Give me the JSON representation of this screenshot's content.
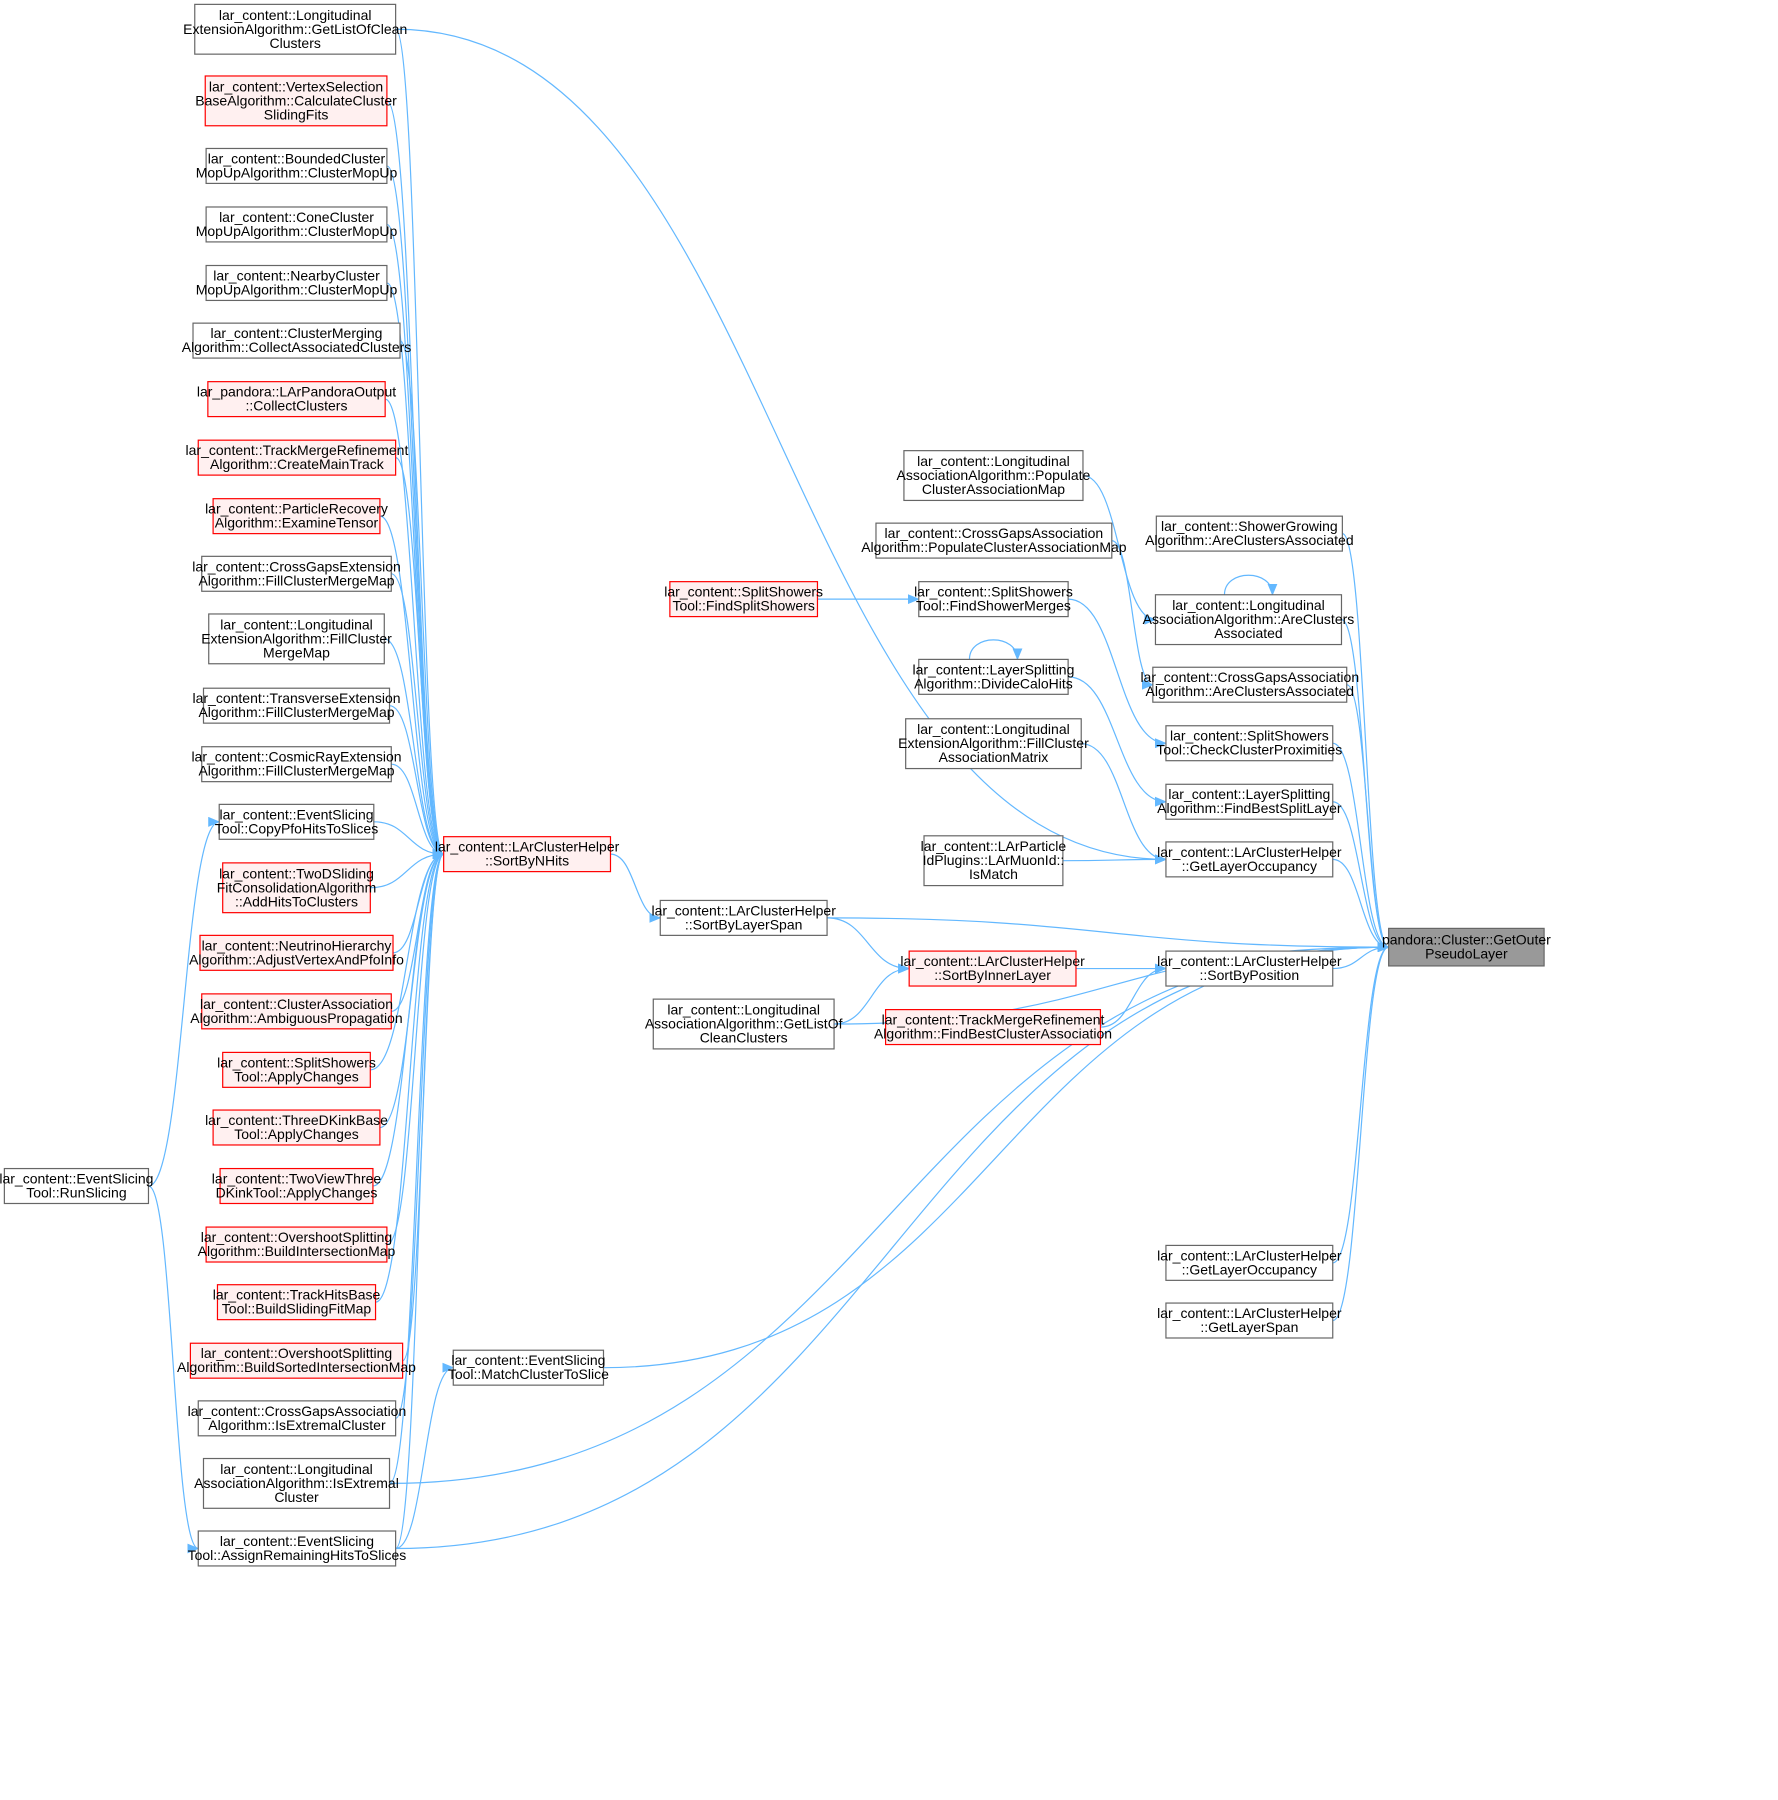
{
  "colors": {
    "edge": "#63b8ff",
    "normal_fill": "#ffffff",
    "normal_stroke": "#666666",
    "highlight_fill": "#fff0f0",
    "highlight_stroke": "#ff0000",
    "target_fill": "#999999",
    "target_stroke": "#666666"
  },
  "nodes": [
    {
      "id": "n_getouter",
      "style": "target",
      "lines": [
        "pandora::Cluster::GetOuter",
        "PseudoLayer"
      ]
    },
    {
      "id": "n_le_getlistclean",
      "style": "normal",
      "lines": [
        "lar_content::Longitudinal",
        "ExtensionAlgorithm::GetListOfClean",
        "Clusters"
      ]
    },
    {
      "id": "n_vs_calc",
      "style": "red",
      "lines": [
        "lar_content::VertexSelection",
        "BaseAlgorithm::CalculateCluster",
        "SlidingFits"
      ]
    },
    {
      "id": "n_bounded",
      "style": "normal",
      "lines": [
        "lar_content::BoundedCluster",
        "MopUpAlgorithm::ClusterMopUp"
      ]
    },
    {
      "id": "n_cone",
      "style": "normal",
      "lines": [
        "lar_content::ConeCluster",
        "MopUpAlgorithm::ClusterMopUp"
      ]
    },
    {
      "id": "n_nearby",
      "style": "normal",
      "lines": [
        "lar_content::NearbyCluster",
        "MopUpAlgorithm::ClusterMopUp"
      ]
    },
    {
      "id": "n_merging",
      "style": "normal",
      "lines": [
        "lar_content::ClusterMerging",
        "Algorithm::CollectAssociatedClusters"
      ]
    },
    {
      "id": "n_pandoraout",
      "style": "red",
      "lines": [
        "lar_pandora::LArPandoraOutput",
        "::CollectClusters"
      ]
    },
    {
      "id": "n_tmr_create",
      "style": "red",
      "lines": [
        "lar_content::TrackMergeRefinement",
        "Algorithm::CreateMainTrack"
      ]
    },
    {
      "id": "n_partrec",
      "style": "red",
      "lines": [
        "lar_content::ParticleRecovery",
        "Algorithm::ExamineTensor"
      ]
    },
    {
      "id": "n_cge_fill",
      "style": "normal",
      "lines": [
        "lar_content::CrossGapsExtension",
        "Algorithm::FillClusterMergeMap"
      ]
    },
    {
      "id": "n_le_fill",
      "style": "normal",
      "lines": [
        "lar_content::Longitudinal",
        "ExtensionAlgorithm::FillCluster",
        "MergeMap"
      ]
    },
    {
      "id": "n_te_fill",
      "style": "normal",
      "lines": [
        "lar_content::TransverseExtension",
        "Algorithm::FillClusterMergeMap"
      ]
    },
    {
      "id": "n_cre_fill",
      "style": "normal",
      "lines": [
        "lar_content::CosmicRayExtension",
        "Algorithm::FillClusterMergeMap"
      ]
    },
    {
      "id": "n_es_copy",
      "style": "normal",
      "lines": [
        "lar_content::EventSlicing",
        "Tool::CopyPfoHitsToSlices"
      ]
    },
    {
      "id": "n_tds_add",
      "style": "red",
      "lines": [
        "lar_content::TwoDSliding",
        "FitConsolidationAlgorithm",
        "::AddHitsToClusters"
      ]
    },
    {
      "id": "n_nh_adjust",
      "style": "red",
      "lines": [
        "lar_content::NeutrinoHierarchy",
        "Algorithm::AdjustVertexAndPfoInfo"
      ]
    },
    {
      "id": "n_ca_ambig",
      "style": "red",
      "lines": [
        "lar_content::ClusterAssociation",
        "Algorithm::AmbiguousPropagation"
      ]
    },
    {
      "id": "n_ss_apply",
      "style": "red",
      "lines": [
        "lar_content::SplitShowers",
        "Tool::ApplyChanges"
      ]
    },
    {
      "id": "n_3dk_apply",
      "style": "red",
      "lines": [
        "lar_content::ThreeDKinkBase",
        "Tool::ApplyChanges"
      ]
    },
    {
      "id": "n_2v3dk_apply",
      "style": "red",
      "lines": [
        "lar_content::TwoViewThree",
        "DKinkTool::ApplyChanges"
      ]
    },
    {
      "id": "n_os_build",
      "style": "red",
      "lines": [
        "lar_content::OvershootSplitting",
        "Algorithm::BuildIntersectionMap"
      ]
    },
    {
      "id": "n_th_build",
      "style": "red",
      "lines": [
        "lar_content::TrackHitsBase",
        "Tool::BuildSlidingFitMap"
      ]
    },
    {
      "id": "n_os_sorted",
      "style": "red",
      "lines": [
        "lar_content::OvershootSplitting",
        "Algorithm::BuildSortedIntersectionMap"
      ]
    },
    {
      "id": "n_cga_isext",
      "style": "normal",
      "lines": [
        "lar_content::CrossGapsAssociation",
        "Algorithm::IsExtremalCluster"
      ]
    },
    {
      "id": "n_la_isext",
      "style": "normal",
      "lines": [
        "lar_content::Longitudinal",
        "AssociationAlgorithm::IsExtremal",
        "Cluster"
      ]
    },
    {
      "id": "n_es_assign",
      "style": "normal",
      "lines": [
        "lar_content::EventSlicing",
        "Tool::AssignRemainingHitsToSlices"
      ]
    },
    {
      "id": "n_es_run",
      "style": "normal",
      "lines": [
        "lar_content::EventSlicing",
        "Tool::RunSlicing"
      ]
    },
    {
      "id": "n_sortbynhits",
      "style": "red",
      "lines": [
        "lar_content::LArClusterHelper",
        "::SortByNHits"
      ]
    },
    {
      "id": "n_sortbylayerspan",
      "style": "normal",
      "lines": [
        "lar_content::LArClusterHelper",
        "::SortByLayerSpan"
      ]
    },
    {
      "id": "n_la_getlistclean",
      "style": "normal",
      "lines": [
        "lar_content::Longitudinal",
        "AssociationAlgorithm::GetListOf",
        "CleanClusters"
      ]
    },
    {
      "id": "n_es_match",
      "style": "normal",
      "lines": [
        "lar_content::EventSlicing",
        "Tool::MatchClusterToSlice"
      ]
    },
    {
      "id": "n_ss_findsplit",
      "style": "red",
      "lines": [
        "lar_content::SplitShowers",
        "Tool::FindSplitShowers"
      ]
    },
    {
      "id": "n_la_populate",
      "style": "normal",
      "lines": [
        "lar_content::Longitudinal",
        "AssociationAlgorithm::Populate",
        "ClusterAssociationMap"
      ]
    },
    {
      "id": "n_cga_populate",
      "style": "normal",
      "lines": [
        "lar_content::CrossGapsAssociation",
        "Algorithm::PopulateClusterAssociationMap"
      ]
    },
    {
      "id": "n_ss_findmerges",
      "style": "normal",
      "lines": [
        "lar_content::SplitShowers",
        "Tool::FindShowerMerges"
      ]
    },
    {
      "id": "n_ls_divide",
      "style": "normal",
      "lines": [
        "lar_content::LayerSplitting",
        "Algorithm::DivideCaloHits"
      ]
    },
    {
      "id": "n_le_fillmatrix",
      "style": "normal",
      "lines": [
        "lar_content::Longitudinal",
        "ExtensionAlgorithm::FillCluster",
        "AssociationMatrix"
      ]
    },
    {
      "id": "n_muonid",
      "style": "normal",
      "lines": [
        "lar_content::LArParticle",
        "IdPlugins::LArMuonId::",
        "IsMatch"
      ]
    },
    {
      "id": "n_sortbyinner",
      "style": "red",
      "lines": [
        "lar_content::LArClusterHelper",
        "::SortByInnerLayer"
      ]
    },
    {
      "id": "n_tmr_findbest",
      "style": "red",
      "lines": [
        "lar_content::TrackMergeRefinement",
        "Algorithm::FindBestClusterAssociation"
      ]
    },
    {
      "id": "n_sg_are",
      "style": "normal",
      "lines": [
        "lar_content::ShowerGrowing",
        "Algorithm::AreClustersAssociated"
      ]
    },
    {
      "id": "n_la_are",
      "style": "normal",
      "lines": [
        "lar_content::Longitudinal",
        "AssociationAlgorithm::AreClusters",
        "Associated"
      ]
    },
    {
      "id": "n_cga_are",
      "style": "normal",
      "lines": [
        "lar_content::CrossGapsAssociation",
        "Algorithm::AreClustersAssociated"
      ]
    },
    {
      "id": "n_ss_check",
      "style": "normal",
      "lines": [
        "lar_content::SplitShowers",
        "Tool::CheckClusterProximities"
      ]
    },
    {
      "id": "n_ls_findbest",
      "style": "normal",
      "lines": [
        "lar_content::LayerSplitting",
        "Algorithm::FindBestSplitLayer"
      ]
    },
    {
      "id": "n_getlayerocc1",
      "style": "normal",
      "lines": [
        "lar_content::LArClusterHelper",
        "::GetLayerOccupancy"
      ]
    },
    {
      "id": "n_sortbyposition",
      "style": "normal",
      "lines": [
        "lar_content::LArClusterHelper",
        "::SortByPosition"
      ]
    },
    {
      "id": "n_getlayerocc2",
      "style": "normal",
      "lines": [
        "lar_content::LArClusterHelper",
        "::GetLayerOccupancy"
      ]
    },
    {
      "id": "n_getlayerspan",
      "style": "normal",
      "lines": [
        "lar_content::LArClusterHelper",
        "::GetLayerSpan"
      ]
    }
  ]
}
